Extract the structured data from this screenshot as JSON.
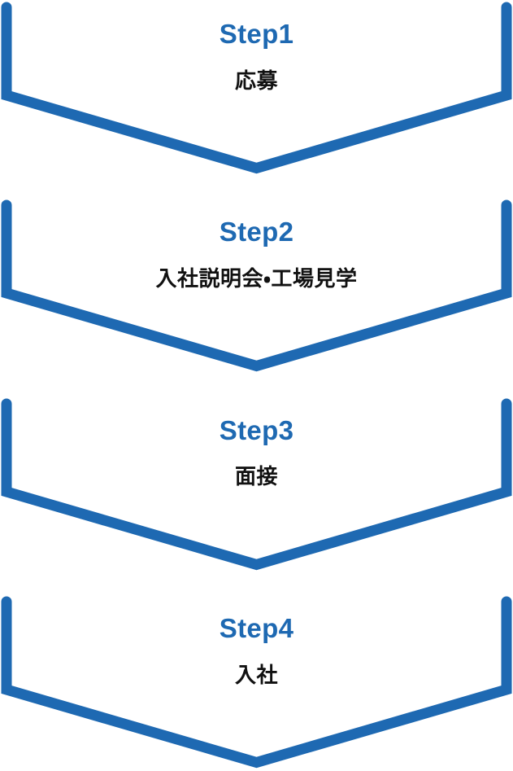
{
  "colors": {
    "accent": "#1e69b2",
    "text": "#111111",
    "background": "#ffffff"
  },
  "flow": {
    "steps": [
      {
        "label": "Step1",
        "title": "応募"
      },
      {
        "label": "Step2",
        "title": "入社説明会・工場見学"
      },
      {
        "label": "Step3",
        "title": "面接"
      },
      {
        "label": "Step4",
        "title": "入社"
      }
    ]
  }
}
